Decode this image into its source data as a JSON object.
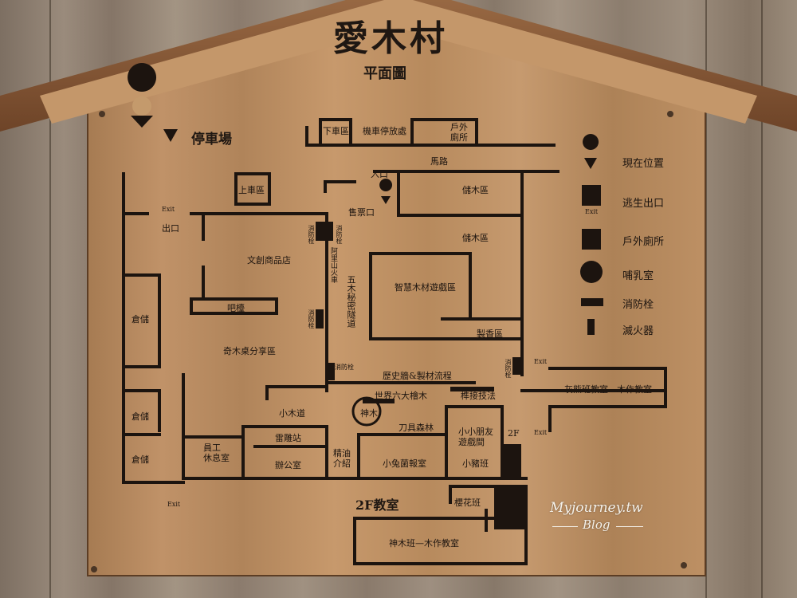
{
  "sign": {
    "title": "愛木村",
    "subtitle": "平面圖"
  },
  "parking": {
    "icon": "P",
    "label": "停車場"
  },
  "rooms": {
    "moto_parking": "機車停放處",
    "drop_off": "下車區",
    "outdoor_toilet": "戶外\n廁所",
    "road": "馬路",
    "entrance": "入口",
    "pickup": "上車區",
    "exit_label": "出口",
    "ticket": "售票口",
    "storage_wood_1": "儲木區",
    "storage_wood_2": "儲木區",
    "culture_shop": "文創商品店",
    "alishan_train": "阿里山火車",
    "five_wood_tunnel": "五木秘密隧道",
    "smart_wood_game": "智慧木材遊戲區",
    "bar": "吧檯",
    "incense": "製香區",
    "table_share": "奇木桌分享區",
    "history": "歷史牆&製材流程",
    "world_wood": "世界六大檜木",
    "mortise": "榫接技法",
    "bear_class": "灰熊班教室—木作教室",
    "small_wood_road": "小木道",
    "sacred_tree": "神木",
    "knife_forest": "刀具森林",
    "kids_room": "小小朋友\n遊戲間",
    "thunder": "雷雕站",
    "oil_intro": "精油\n介紹",
    "rabbit": "小兔菌報室",
    "pig": "小豬班",
    "staff": "員工\n休息室",
    "office": "辦公室",
    "storage_1": "倉儲",
    "storage_2": "倉儲",
    "storage_3": "倉儲",
    "cherry": "櫻花班",
    "shenmu_class": "神木班—木作教室",
    "floor2": "2F教室",
    "stair2f": "2F",
    "hydrant": "消防栓",
    "exit_small": "Exit"
  },
  "legend": [
    {
      "icon": "location-pin-icon",
      "label": "現在位置"
    },
    {
      "icon": "exit-icon",
      "label": "逃生出口"
    },
    {
      "icon": "toilet-icon",
      "label": "戶外廁所"
    },
    {
      "icon": "nursing-room-icon",
      "label": "哺乳室"
    },
    {
      "icon": "fire-hydrant-icon",
      "label": "消防栓"
    },
    {
      "icon": "fire-extinguisher-icon",
      "label": "滅火器"
    }
  ],
  "watermark": {
    "line1": "Myjourney.tw",
    "line2": "Blog"
  },
  "colors": {
    "board": "#b58a5e",
    "ink": "#1c140f",
    "roof": "#8a5a36"
  }
}
